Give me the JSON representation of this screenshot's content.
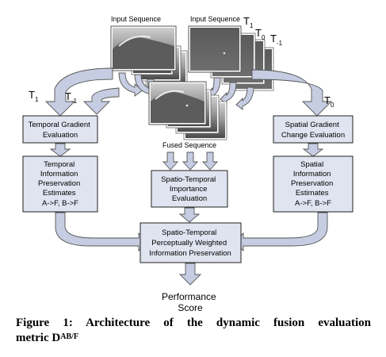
{
  "labels": {
    "input_sequence_left": "Input Sequence",
    "input_sequence_right": "Input Sequence",
    "t1_top": "T",
    "t1_top_sub": "1",
    "t0_top": "T",
    "t0_top_sub": "0",
    "tm1_top": "T",
    "tm1_top_sub": "-1",
    "fused_sequence": "Fused Sequence",
    "arrow_t1": "T",
    "arrow_t1_sub": "1",
    "arrow_tm1": "T",
    "arrow_tm1_sub": "-1",
    "arrow_t0": "T",
    "arrow_t0_sub": "0"
  },
  "boxes": {
    "temporal_gradient": [
      "Temporal Gradient",
      "Evaluation"
    ],
    "spatial_gradient": [
      "Spatial Gradient",
      "Change Evaluation"
    ],
    "temporal_info": [
      "Temporal",
      "Information",
      "Preservation",
      "Estimates",
      "A->F, B->F"
    ],
    "spatial_info": [
      "Spatial",
      "Information",
      "Preservation",
      "Estimates",
      "A->F, B->F"
    ],
    "spatio_temporal_importance": [
      "Spatio-Temporal",
      "Importance",
      "Evaluation"
    ],
    "perceptually_weighted": [
      "Spatio-Temporal",
      "Perceptually Weighted",
      "Information Preservation"
    ]
  },
  "output": [
    "Performance",
    "Score"
  ],
  "caption": {
    "line1": "Figure 1: Architecture of the dynamic fusion evaluation",
    "line2_prefix": "metric D",
    "line2_sup": "AB/F"
  },
  "colors": {
    "box_fill": "#e0e4f0",
    "box_stroke": "#222222",
    "arrow_fill": "#c6cde2",
    "arrow_stroke": "#555555",
    "frame_gray": "#7a7a7a"
  }
}
